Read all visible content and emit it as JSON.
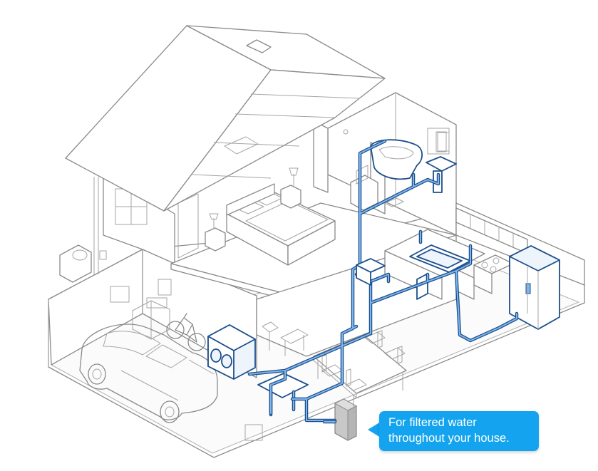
{
  "callout": {
    "line1": "For filtered water",
    "line2": "throughout your house."
  },
  "colors": {
    "pipe_dark": "#1c4f8c",
    "pipe_light": "#7fb6ec",
    "callout_bg": "#14a4ef",
    "outline": "#8a8a8a"
  },
  "icons": [
    "house-illustration",
    "whole-house-filter",
    "water-pipe-network",
    "car",
    "bicycle",
    "washer-dryer",
    "refrigerator",
    "kitchen-sink",
    "bathtub",
    "bathroom-sink",
    "bed",
    "dining-table"
  ]
}
